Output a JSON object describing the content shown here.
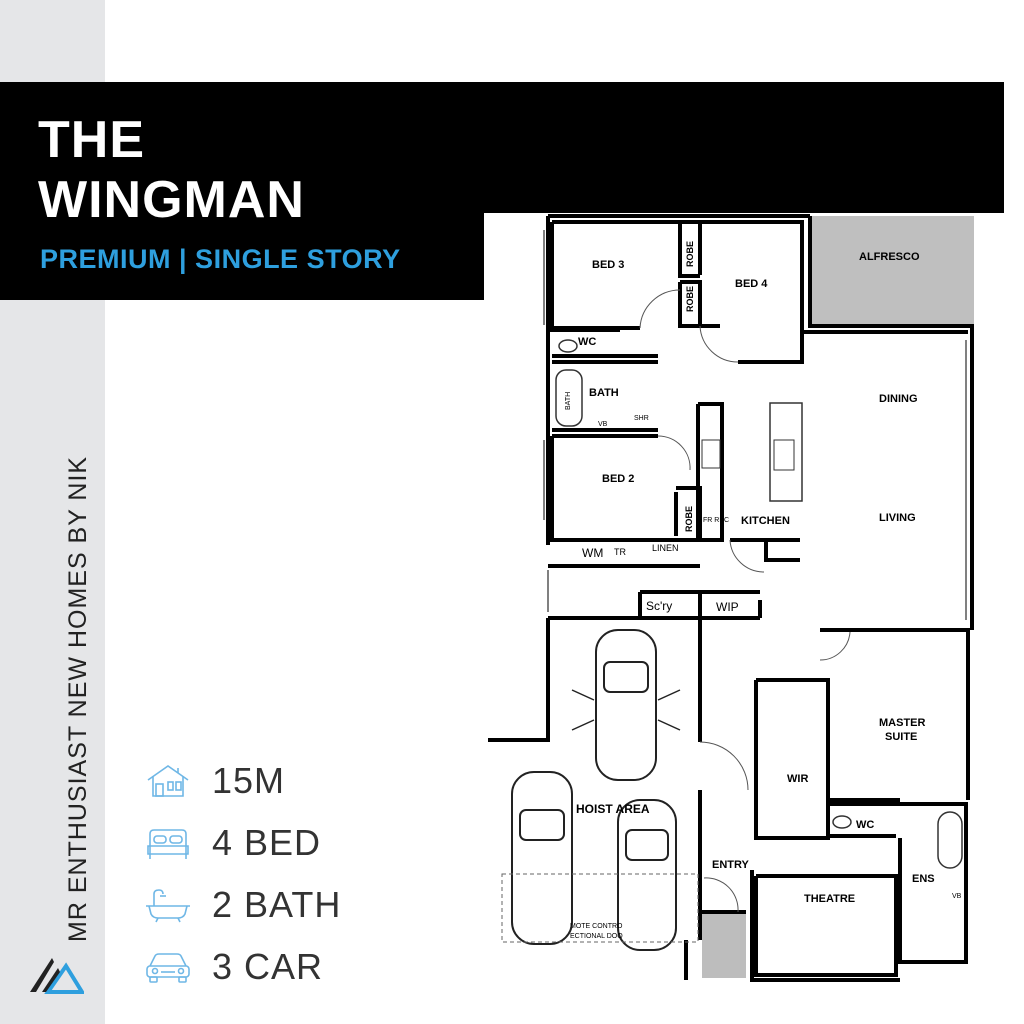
{
  "title": {
    "line1": "THE",
    "line2": "WINGMAN"
  },
  "subtitle": "PREMIUM | SINGLE STORY",
  "brand": "MR ENTHUSIAST NEW HOMES BY NIK",
  "colors": {
    "accent": "#2e9fde",
    "banner": "#000000",
    "strip": "#e5e6e8",
    "alfresco": "#bfbfbf"
  },
  "specs": [
    {
      "icon": "house-frontage-icon",
      "label": "15M"
    },
    {
      "icon": "bed-icon",
      "label": "4 BED"
    },
    {
      "icon": "bathtub-icon",
      "label": "2 BATH"
    },
    {
      "icon": "car-icon",
      "label": "3 CAR"
    }
  ],
  "floorplan": {
    "rooms": {
      "bed3": "BED 3",
      "bed4": "BED 4",
      "bed2": "BED 2",
      "alfresco": "ALFRESCO",
      "robe1": "ROBE",
      "robe2": "ROBE",
      "robe3": "ROBE",
      "wc1": "WC",
      "bath": "BATH",
      "bath_tub": "BATH",
      "vb1": "VB",
      "shr": "SHR",
      "dining": "DINING",
      "living": "LIVING",
      "kitchen": "KITCHEN",
      "fr_rec": "FR REC",
      "wm": "WM",
      "tr": "TR",
      "linen": "LINEN",
      "scry": "Sc'ry",
      "wip": "WIP",
      "master1": "MASTER",
      "master2": "SUITE",
      "wir": "WIR",
      "wc2": "WC",
      "ens": "ENS",
      "vb2": "VB",
      "hoist": "HOIST AREA",
      "entry": "ENTRY",
      "theatre": "THEATRE",
      "remote1": "MOTE CONTRO",
      "remote2": "ECTIONAL DOO"
    }
  }
}
